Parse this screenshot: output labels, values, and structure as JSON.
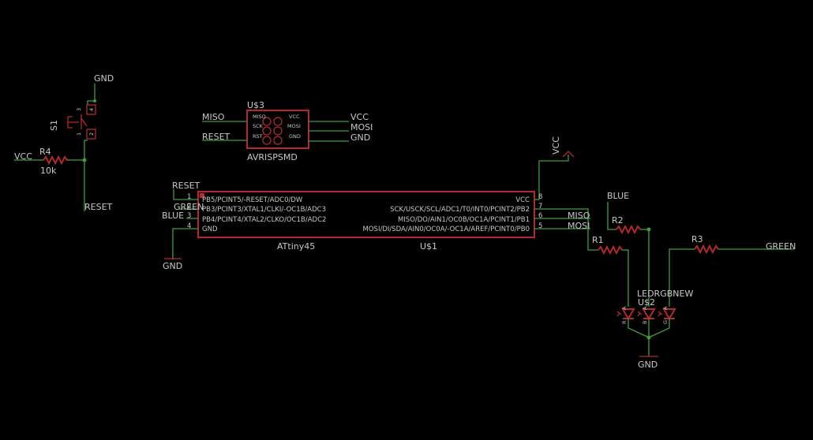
{
  "colors": {
    "background": "#000000",
    "wire": "#3f9d3f",
    "part": "#b22a2a",
    "text": "#c8c8c8"
  },
  "labels": {
    "gnd_top": "GND",
    "s1": "S1",
    "s1_pin3": "3",
    "s1_pin4": "4",
    "s1_pin1": "1",
    "s1_pin2": "2",
    "vcc_left": "VCC",
    "r4": "R4",
    "r4_value": "10k",
    "reset_left": "RESET",
    "isp_name": "U$3",
    "isp_value": "AVRISPSMD",
    "isp_miso_net": "MISO",
    "isp_reset_net": "RESET",
    "isp_vcc_net": "VCC",
    "isp_mosi_net": "MOSI",
    "isp_gnd_net": "GND",
    "isp_pin_miso": "MISO",
    "isp_pin_sck": "SCK",
    "isp_pin_rst": "RST",
    "isp_pin_vcc": "VCC",
    "isp_pin_mosi": "MOSI",
    "isp_pin_gnd": "GND",
    "mcu_reset_net": "RESET",
    "mcu_green_net": "GREEN",
    "mcu_blue_net": "BLUE",
    "mcu_gnd_net": "GND",
    "mcu_pin1": "1",
    "mcu_pin2": "2",
    "mcu_pin3": "3",
    "mcu_pin4": "4",
    "mcu_pin8": "8",
    "mcu_pin7": "7",
    "mcu_pin6": "6",
    "mcu_pin5": "5",
    "mcu_pb5": "PB5/PCINT5/-RESET/ADC0/DW",
    "mcu_pb3": "PB3/PCINT3/XTAL1/CLKI/-OC1B/ADC3",
    "mcu_pb4": "PB4/PCINT4/XTAL2/CLKO/OC1B/ADC2",
    "mcu_gnd": "GND",
    "mcu_vcc": "VCC",
    "mcu_pb2": "SCK/USCK/SCL/ADC1/T0/INT0/PCINT2/PB2",
    "mcu_pb1": "MISO/DO/AIN1/OC0B/OC1A/PCINT1/PB1",
    "mcu_pb0": "MOSI/DI/SDA/AIN0/OC0A/-OC1A/AREF/PCINT0/PB0",
    "mcu_value": "ATtiny45",
    "mcu_name": "U$1",
    "vcc_supply": "VCC",
    "miso_right": "MISO",
    "mosi_right": "MOSI",
    "blue_right": "BLUE",
    "r2": "R2",
    "r1": "R1",
    "r3": "R3",
    "green_right": "GREEN",
    "led_value": "LEDRGBNEW",
    "led_name": "U$2",
    "led_r": "R",
    "led_b": "B",
    "led_g": "G",
    "led_a1": "A",
    "led_a2": "A",
    "led_a3": "A",
    "gnd_led": "GND"
  }
}
